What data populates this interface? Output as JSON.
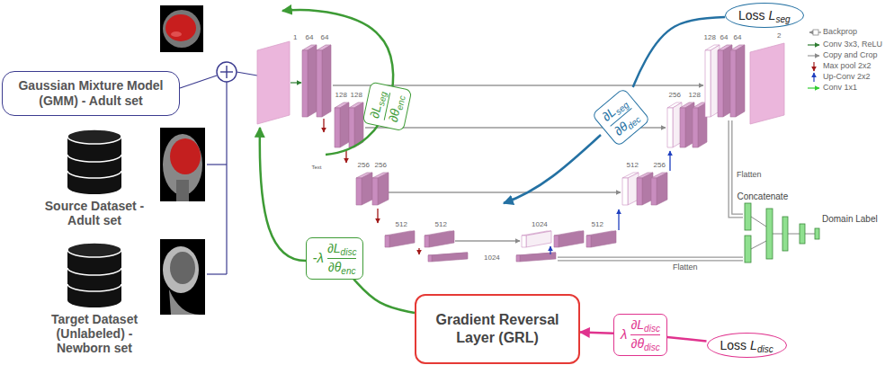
{
  "diagram": {
    "nodes": [
      {
        "text": [
          "Gaussian Mixture Model (GMM) - Adult set"
        ]
      },
      {
        "text": [
          "Source Dataset - Adult set"
        ]
      },
      {
        "text": [
          "Target Dataset (Unlabeled) - Newborn set"
        ]
      },
      {
        "text": [
          "Loss",
          "L",
          "seg"
        ]
      },
      {
        "text": [
          "∂L",
          "seg",
          "∂θ",
          "dec"
        ]
      },
      {
        "text": [
          "∂L",
          "seg",
          "∂θ",
          "enc"
        ]
      },
      {
        "text": [
          "-λ",
          "∂L",
          "disc",
          "∂θ",
          "enc"
        ]
      },
      {
        "text": [
          "Gradient Reversal Layer (GRL)"
        ]
      },
      {
        "text": [
          "λ",
          "∂L",
          "disc",
          "∂θ",
          "disc"
        ]
      },
      {
        "text": [
          "Loss",
          "L",
          "disc"
        ]
      }
    ],
    "edges": [
      {
        "from": 3,
        "to": 4,
        "arrow": "none"
      },
      {
        "from": 9,
        "to": 8,
        "arrow": "none"
      },
      {
        "from": 8,
        "to": 7,
        "arrow": "to"
      },
      {
        "from": 7,
        "to": 6,
        "arrow": "none"
      }
    ],
    "labels": [
      "1",
      "64",
      "64",
      "128",
      "128",
      "256",
      "256",
      "512",
      "512",
      "1024",
      "1024",
      "512",
      "512",
      "256",
      "256",
      "128",
      "128",
      "64",
      "64",
      "2",
      "Text",
      "Flatten",
      "Flatten",
      "Concatenate",
      "Domain Label"
    ],
    "legend": [
      {
        "text": "Backprop"
      },
      {
        "text": "Conv 3x3, ReLU"
      },
      {
        "text": "Copy and Crop"
      },
      {
        "text": "Max pool 2x2"
      },
      {
        "text": "Up-Conv 2x2"
      },
      {
        "text": "Conv 1x1"
      }
    ]
  }
}
